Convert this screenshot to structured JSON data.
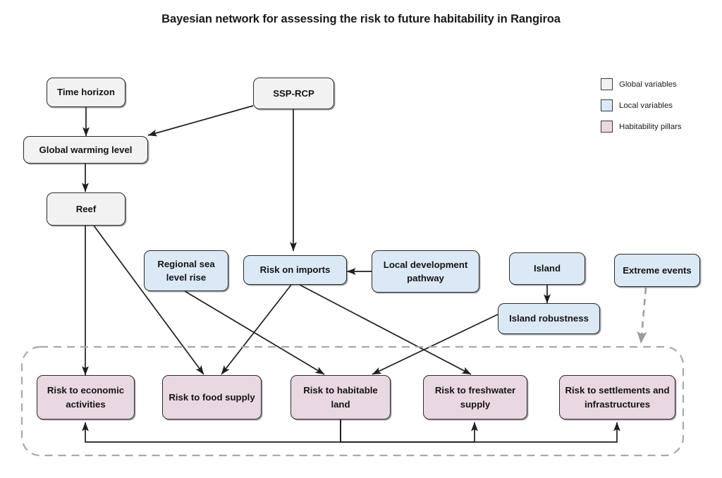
{
  "title": "Bayesian network for assessing the risk to future habitability in Rangiroa",
  "legend": {
    "items": [
      {
        "label": "Global variables",
        "color": "#f2f2f2"
      },
      {
        "label": "Local variables",
        "color": "#dbe8f5"
      },
      {
        "label": "Habitability pillars",
        "color": "#e9d7e2"
      }
    ]
  },
  "nodes": {
    "time_horizon": {
      "label": "Time horizon",
      "category": "global"
    },
    "ssp_rcp": {
      "label": "SSP-RCP",
      "category": "global"
    },
    "global_warming": {
      "label": "Global warming level",
      "category": "global"
    },
    "reef": {
      "label": "Reef",
      "category": "global"
    },
    "regional_slr": {
      "label": "Regional sea level rise",
      "category": "local"
    },
    "risk_imports": {
      "label": "Risk on imports",
      "category": "local"
    },
    "local_dev": {
      "label": "Local development pathway",
      "category": "local"
    },
    "island": {
      "label": "Island",
      "category": "local"
    },
    "island_robustness": {
      "label": "Island robustness",
      "category": "local"
    },
    "extreme_events": {
      "label": "Extreme events",
      "category": "local"
    },
    "risk_economic": {
      "label": "Risk to economic activities",
      "category": "pillar"
    },
    "risk_food": {
      "label": "Risk to food supply",
      "category": "pillar"
    },
    "risk_habitable": {
      "label": "Risk to habitable land",
      "category": "pillar"
    },
    "risk_freshwater": {
      "label": "Risk to freshwater supply",
      "category": "pillar"
    },
    "risk_settlements": {
      "label": "Risk to settlements and infrastructures",
      "category": "pillar"
    }
  },
  "edges": [
    {
      "from": "time_horizon",
      "to": "global_warming",
      "style": "solid"
    },
    {
      "from": "ssp_rcp",
      "to": "global_warming",
      "style": "solid"
    },
    {
      "from": "ssp_rcp",
      "to": "risk_imports",
      "style": "solid"
    },
    {
      "from": "global_warming",
      "to": "reef",
      "style": "solid"
    },
    {
      "from": "reef",
      "to": "risk_economic",
      "style": "solid"
    },
    {
      "from": "reef",
      "to": "risk_food",
      "style": "solid"
    },
    {
      "from": "regional_slr",
      "to": "risk_habitable",
      "style": "solid"
    },
    {
      "from": "risk_imports",
      "to": "risk_food",
      "style": "solid"
    },
    {
      "from": "risk_imports",
      "to": "risk_freshwater",
      "style": "solid"
    },
    {
      "from": "local_dev",
      "to": "risk_imports",
      "style": "solid"
    },
    {
      "from": "island",
      "to": "island_robustness",
      "style": "solid"
    },
    {
      "from": "island_robustness",
      "to": "risk_habitable",
      "style": "solid"
    },
    {
      "from": "risk_habitable",
      "to": "risk_economic",
      "style": "solid"
    },
    {
      "from": "risk_habitable",
      "to": "risk_freshwater",
      "style": "solid"
    },
    {
      "from": "risk_habitable",
      "to": "risk_settlements",
      "style": "solid"
    },
    {
      "from": "extreme_events",
      "to": "habitability_group",
      "style": "dashed"
    }
  ],
  "group": {
    "name": "habitability-pillars-group",
    "style": "dashed"
  }
}
